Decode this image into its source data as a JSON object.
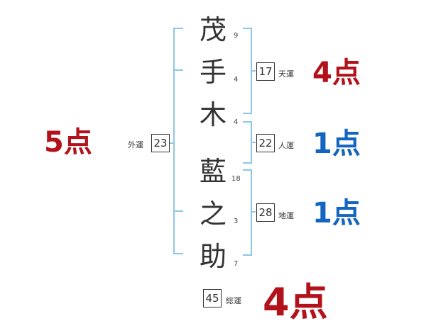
{
  "name_chars": [
    {
      "char": "茂",
      "strokes": "9"
    },
    {
      "char": "手",
      "strokes": "4"
    },
    {
      "char": "木",
      "strokes": "4"
    },
    {
      "char": "藍",
      "strokes": "18"
    },
    {
      "char": "之",
      "strokes": "3"
    },
    {
      "char": "助",
      "strokes": "7"
    }
  ],
  "gaiun": {
    "label": "外運",
    "value": "23",
    "score": "5点"
  },
  "tenun": {
    "label": "天運",
    "value": "17",
    "score": "4点"
  },
  "jinun": {
    "label": "人運",
    "value": "22",
    "score": "1点"
  },
  "chiun": {
    "label": "地運",
    "value": "28",
    "score": "1点"
  },
  "souun": {
    "label": "総運",
    "value": "45",
    "score": "4点"
  },
  "colors": {
    "bracket": "#8cc8e8",
    "red": "#b3121b",
    "blue": "#1565c0"
  }
}
